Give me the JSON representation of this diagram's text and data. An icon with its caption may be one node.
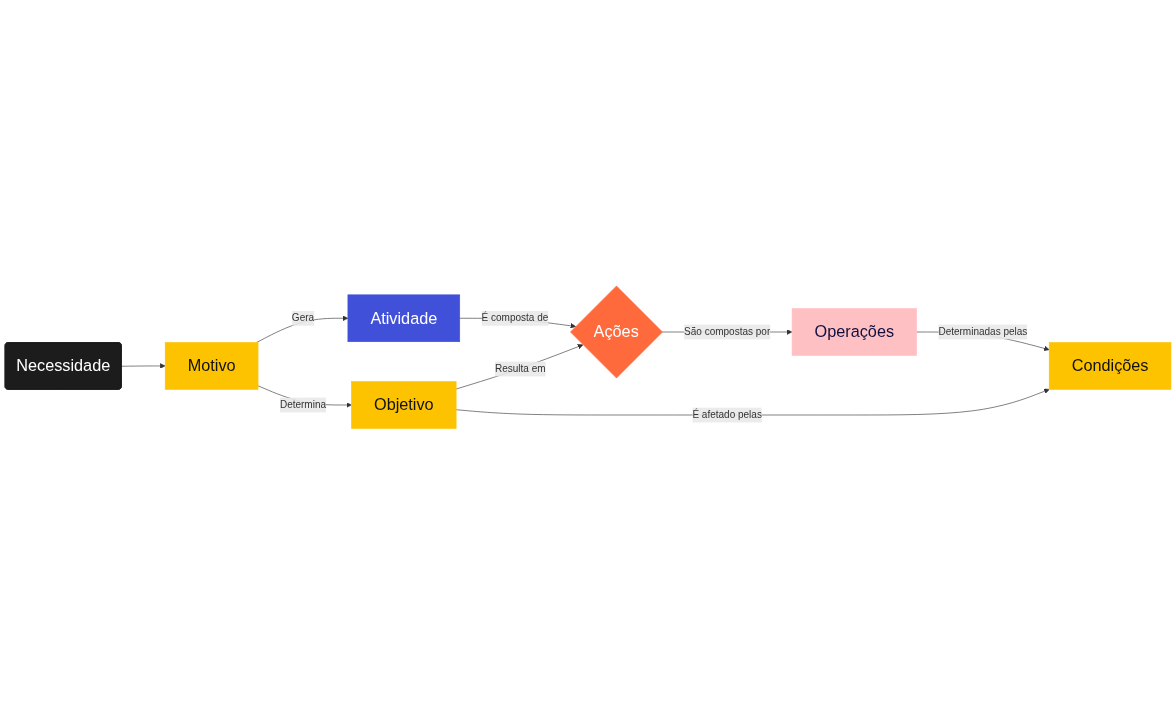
{
  "diagram": {
    "nodes": [
      {
        "text": [
          "Necessidade"
        ]
      },
      {
        "text": [
          "Motivo"
        ]
      },
      {
        "text": [
          "Atividade"
        ]
      },
      {
        "text": [
          "Objetivo"
        ]
      },
      {
        "text": [
          "Ações"
        ]
      },
      {
        "text": [
          "Condições"
        ]
      },
      {
        "text": [
          "Operações"
        ]
      }
    ],
    "edges": [
      {
        "from": 0,
        "to": 1,
        "arrow": "to"
      },
      {
        "from": 1,
        "to": 2,
        "arrow": "to",
        "label": "Gera"
      },
      {
        "from": 1,
        "to": 3,
        "arrow": "to",
        "label": "Determina"
      },
      {
        "from": 2,
        "to": 4,
        "arrow": "to",
        "label": "É composta de"
      },
      {
        "from": 3,
        "to": 4,
        "arrow": "to",
        "label": "Resulta em"
      },
      {
        "from": 3,
        "to": 5,
        "arrow": "to",
        "label": "É afetado pelas"
      },
      {
        "from": 4,
        "to": 6,
        "arrow": "to",
        "label": "São compostas por"
      },
      {
        "from": 6,
        "to": 5,
        "arrow": "to",
        "label": "Determinadas pelas"
      }
    ]
  }
}
